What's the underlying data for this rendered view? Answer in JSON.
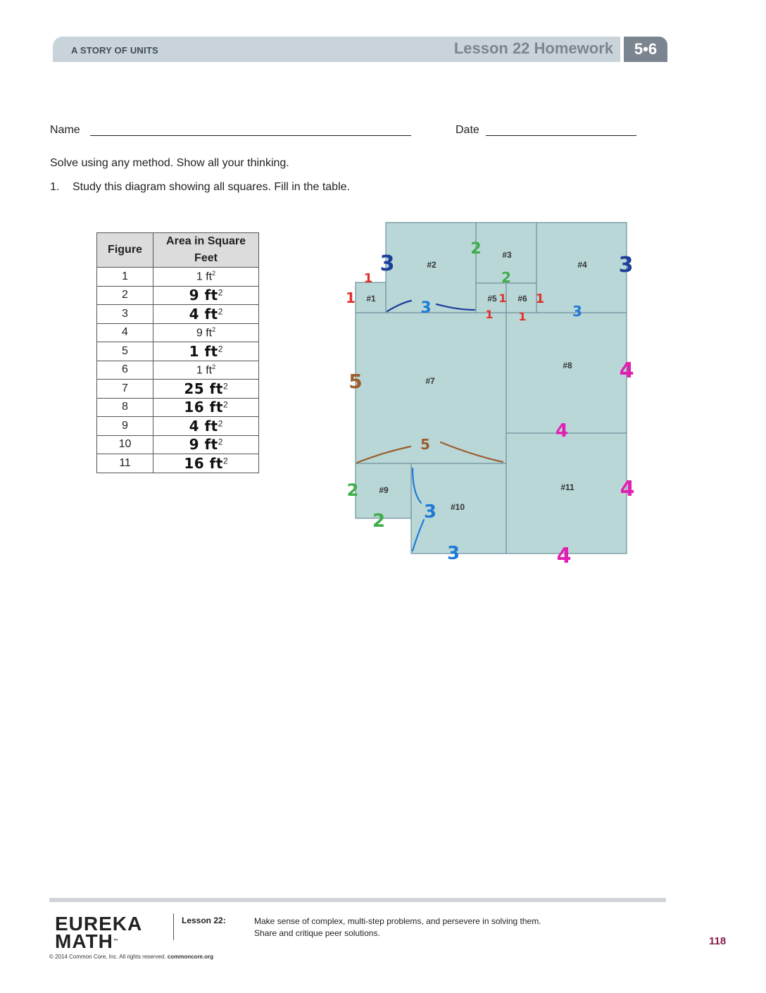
{
  "header": {
    "series": "A STORY OF UNITS",
    "title": "Lesson 22 Homework",
    "grade_module": "5•6"
  },
  "form": {
    "name_label": "Name",
    "date_label": "Date"
  },
  "instructions": "Solve using any method.  Show all your thinking.",
  "problem": {
    "number": "1.",
    "text": "Study this diagram showing all squares.  Fill in the table."
  },
  "table": {
    "headers": [
      "Figure",
      "Area in Square Feet"
    ],
    "rows": [
      {
        "figure": "1",
        "area": "1 ft",
        "handwritten": false
      },
      {
        "figure": "2",
        "area": "9 ft",
        "handwritten": true
      },
      {
        "figure": "3",
        "area": "4 ft",
        "handwritten": true
      },
      {
        "figure": "4",
        "area": "9 ft",
        "handwritten": false
      },
      {
        "figure": "5",
        "area": "1 ft",
        "handwritten": true
      },
      {
        "figure": "6",
        "area": "1 ft",
        "handwritten": false
      },
      {
        "figure": "7",
        "area": "25 ft",
        "handwritten": true
      },
      {
        "figure": "8",
        "area": "16 ft",
        "handwritten": true
      },
      {
        "figure": "9",
        "area": "4 ft",
        "handwritten": true
      },
      {
        "figure": "10",
        "area": "9 ft",
        "handwritten": true
      },
      {
        "figure": "11",
        "area": "16 ft",
        "handwritten": true
      }
    ],
    "exponent": "2"
  },
  "diagram": {
    "fill_color": "#bad7d7",
    "squares": [
      "#1",
      "#2",
      "#3",
      "#4",
      "#5",
      "#6",
      "#7",
      "#8",
      "#9",
      "#10",
      "#11"
    ],
    "annotations": [
      {
        "text": "1",
        "color": "#e0322b"
      },
      {
        "text": "1",
        "color": "#e0322b"
      },
      {
        "text": "3",
        "color": "#1d3f9a"
      },
      {
        "text": "2",
        "color": "#3fae49"
      },
      {
        "text": "2",
        "color": "#3fae49"
      },
      {
        "text": "3",
        "color": "#1f7ad8"
      },
      {
        "text": "3",
        "color": "#1d3f9a"
      },
      {
        "text": "1",
        "color": "#e0322b"
      },
      {
        "text": "1",
        "color": "#e0322b"
      },
      {
        "text": "1",
        "color": "#e0322b"
      },
      {
        "text": "1",
        "color": "#e0322b"
      },
      {
        "text": "3",
        "color": "#1f7ad8"
      },
      {
        "text": "5",
        "color": "#9b5f2e"
      },
      {
        "text": "4",
        "color": "#e020b0"
      },
      {
        "text": "4",
        "color": "#e020b0"
      },
      {
        "text": "5",
        "color": "#9b5f2e"
      },
      {
        "text": "2",
        "color": "#3fae49"
      },
      {
        "text": "2",
        "color": "#3fae49"
      },
      {
        "text": "3",
        "color": "#1f7ad8"
      },
      {
        "text": "3",
        "color": "#1f7ad8"
      },
      {
        "text": "4",
        "color": "#e020b0"
      },
      {
        "text": "4",
        "color": "#e020b0"
      }
    ]
  },
  "footer": {
    "logo_line1": "EUREKA",
    "logo_line2": "MATH",
    "logo_tm": "™",
    "lesson_label": "Lesson 22:",
    "description": "Make sense of complex, multi-step problems, and persevere in solving them.  Share and critique peer solutions.",
    "page_number": "118",
    "copyright": "© 2014 Common Core, Inc. All rights reserved.",
    "site": "commoncore.org"
  }
}
